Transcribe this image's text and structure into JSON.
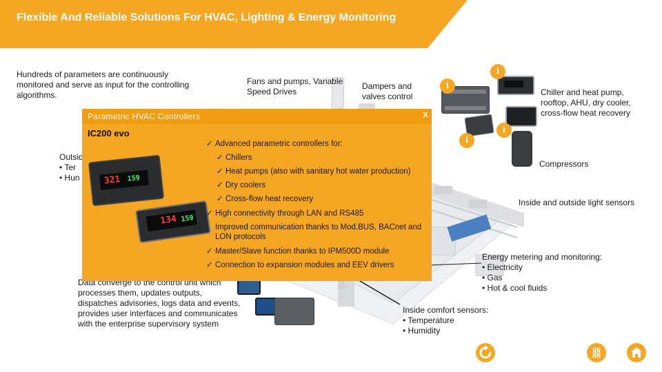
{
  "header": {
    "title": "Flexible And Reliable Solutions For HVAC, Lighting & Energy Monitoring"
  },
  "intro": "Hundreds of parameters are continuously monitored and serve as input for the controlling algorithms.",
  "outside": {
    "label": "Outsid",
    "items": [
      "Ter",
      "Hun"
    ]
  },
  "labels": {
    "fans": "Fans and pumps, Variable Speed Drives",
    "dampers": "Dampers and valves control",
    "chiller": "Chiller and heat pump, rooftop, AHU, dry cooler, cross-flow heat recovery",
    "compressors": "Compressors",
    "light_sensors": "Inside and outside light sensors",
    "data_converge": "Data converge to the control unit which processes them, updates outputs, dispatches advisories, logs data and events, provides user interfaces and communicates with the enterprise supervisory system"
  },
  "energy": {
    "title": "Energy metering and monitoring:",
    "items": [
      "Electricity",
      "Gas",
      "Hot & cool fluids"
    ]
  },
  "comfort": {
    "title": "Inside comfort sensors:",
    "items": [
      "Temperature",
      "Humidity"
    ]
  },
  "info_icon": "i",
  "popup": {
    "title": "Parametric HVAC Controllers",
    "close": "x",
    "model": "IC200 evo",
    "features": [
      {
        "text": "Advanced parametric controllers for:",
        "indent": 0
      },
      {
        "text": "Chillers",
        "indent": 1
      },
      {
        "text": "Heat pumps (also with sanitary hot water production)",
        "indent": 1
      },
      {
        "text": "Dry coolers",
        "indent": 1
      },
      {
        "text": "Cross-flow heat recovery",
        "indent": 1
      },
      {
        "text": "High connectivity through LAN and RS485",
        "indent": 0
      },
      {
        "text": "Improved communication thanks to Mod.BUS, BACnet and LON protocols",
        "indent": 0
      },
      {
        "text": "Master/Slave function thanks to IPM500D module",
        "indent": 0
      },
      {
        "text": "Connection to expansion modules and EEV drivers",
        "indent": 0
      }
    ],
    "displays": [
      "321",
      "159",
      "134",
      "159"
    ]
  },
  "colors": {
    "accent": "#f5a623",
    "accent_dark": "#f29d0f"
  },
  "icons": {
    "feature_marker": "arrow-bullet-icon",
    "footer_left": "refresh-icon",
    "footer_mid": "grid-icon",
    "footer_right": "home-icon"
  }
}
